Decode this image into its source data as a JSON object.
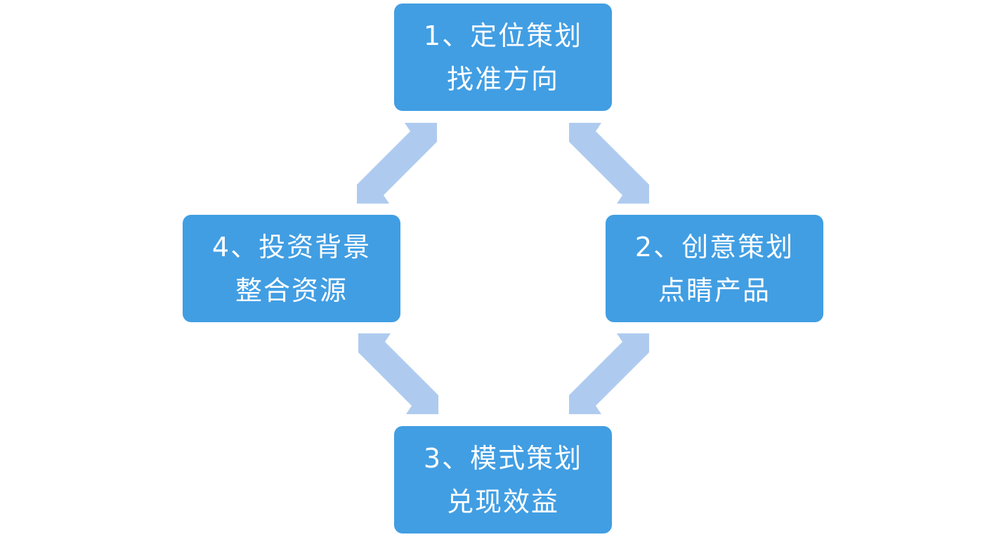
{
  "diagram": {
    "colors": {
      "box_fill": "#419ee3",
      "box_text": "#ffffff",
      "arrow": "#aecbef"
    },
    "nodes": [
      {
        "id": "1",
        "line1": "1、定位策划",
        "line2": "找准方向"
      },
      {
        "id": "2",
        "line1": "2、创意策划",
        "line2": "点睛产品"
      },
      {
        "id": "3",
        "line1": "3、模式策划",
        "line2": "兑现效益"
      },
      {
        "id": "4",
        "line1": "4、投资背景",
        "line2": "整合资源"
      }
    ],
    "edges": [
      {
        "from": "1",
        "to": "2",
        "bidirectional": true
      },
      {
        "from": "2",
        "to": "3",
        "bidirectional": true
      },
      {
        "from": "3",
        "to": "4",
        "bidirectional": true
      },
      {
        "from": "4",
        "to": "1",
        "bidirectional": true
      }
    ]
  }
}
